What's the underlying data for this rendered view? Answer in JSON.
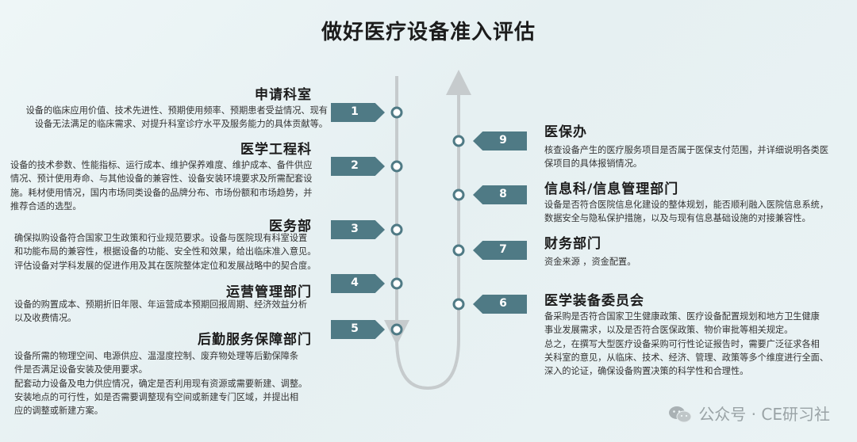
{
  "title": "做好医疗设备准入评估",
  "colors": {
    "arrow": "#4f7a85",
    "line": "#c6cbcd",
    "node": "#4f7a85"
  },
  "left_steps": [
    {
      "num": "1",
      "title": "申请科室",
      "desc": [
        "设备的临床应用价值、技术先进性、预期使用频率、预期患者受益情况、现有",
        "设备无法满足的临床需求、对提升科室诊疗水平及服务能力的具体贡献等。"
      ]
    },
    {
      "num": "2",
      "title": "医学工程科",
      "desc": [
        "设备的技术参数、性能指标、运行成本、维护保养难度、维护成本、备件供应",
        "情况、预计使用寿命、与其他设备的兼容性、设备安装环境要求及所需配套设",
        "施。耗材使用情况，国内市场同类设备的品牌分布、市场份额和市场趋势，并",
        "推荐合适的选型。"
      ]
    },
    {
      "num": "3",
      "title": "医务部",
      "desc": [
        "确保拟购设备符合国家卫生政策和行业规范要求。设备与医院现有科室设置",
        "和功能布局的兼容性，根据设备的功能、安全性和效果，给出临床准入意见。",
        "评估设备对学科发展的促进作用及其在医院整体定位和发展战略中的契合度。"
      ]
    },
    {
      "num": "4",
      "title": "运营管理部门",
      "desc": [
        "设备的购置成本、预期折旧年限、年运营成本预期回报周期、经济效益分析",
        "以及收费情况。"
      ]
    },
    {
      "num": "5",
      "title": "后勤服务保障部门",
      "desc": [
        "设备所需的物理空间、电源供应、温湿度控制、废弃物处理等后勤保障条",
        "件是否满足设备安装及使用要求。",
        "配套动力设备及电力供应情况，确定是否利用现有资源或需要新建、调整。",
        "安装地点的可行性，如是否需要调整现有空间或新建专门区域，并提出相",
        "应的调整或新建方案。"
      ]
    }
  ],
  "right_steps": [
    {
      "num": "9",
      "title": "医保办",
      "desc": [
        "核查设备产生的医疗服务项目是否属于医保支付范围，并详细说明各类医",
        "保项目的具体报销情况。"
      ]
    },
    {
      "num": "8",
      "title": "信息科/信息管理部门",
      "desc": [
        "设备是否符合医院信息化建设的整体规划，能否顺利融入医院信息系统，",
        "数据安全与隐私保护措施，以及与现有信息基础设施的对接兼容性。"
      ]
    },
    {
      "num": "7",
      "title": "财务部门",
      "desc": [
        "资金来源 ，资金配置。"
      ]
    },
    {
      "num": "6",
      "title": "医学装备委员会",
      "desc": [
        "备采购是否符合国家卫生健康政策、医疗设备配置规划和地方卫生健康",
        "事业发展需求，以及是否符合医保政策、物价审批等相关规定。",
        "总之，在撰写大型医疗设备采购可行性论证报告时，需要广泛征求各相",
        "关科室的意见，从临床、技术、经济、管理、政策等多个维度进行全面、",
        "深入的论证，确保设备购置决策的科学性和合理性。"
      ]
    }
  ],
  "watermark": "公众号 · CE研习社"
}
